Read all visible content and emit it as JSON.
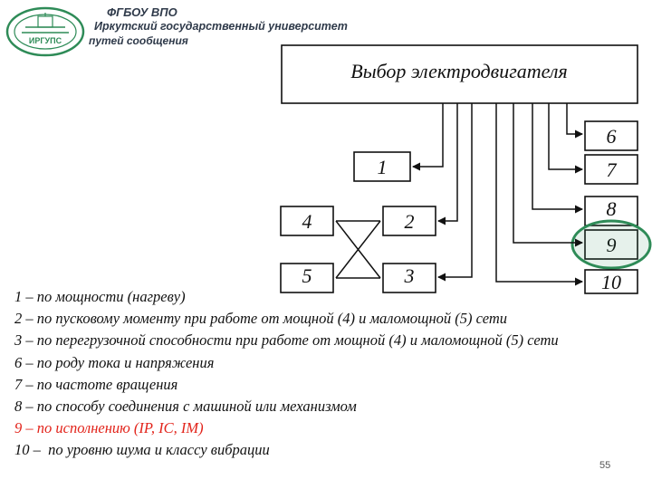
{
  "header": {
    "line1": "ФГБОУ ВПО",
    "line2": "Иркутский государственный университет",
    "line3": "путей сообщения",
    "logo_text": "ИРГУПС"
  },
  "diagram": {
    "main_title": "Выбор электродвигателя",
    "boxes": [
      "1",
      "2",
      "3",
      "4",
      "5",
      "6",
      "7",
      "8",
      "9",
      "10"
    ],
    "highlight_color": "#2e8b57"
  },
  "legend": {
    "items": [
      {
        "text": "1 – по мощности (нагреву)",
        "highlight": false
      },
      {
        "text": "2 – по пусковому моменту при работе от мощной (4) и маломощной (5) сети",
        "highlight": false
      },
      {
        "text": "3 – по перегрузочной способности при работе от мощной (4) и маломощной (5) сети",
        "highlight": false
      },
      {
        "text": "6 – по роду тока и напряжения",
        "highlight": false
      },
      {
        "text": "7 – по частоте вращения",
        "highlight": false
      },
      {
        "text": "8 – по способу соединения с машиной или механизмом",
        "highlight": false
      },
      {
        "text": "9 – по исполнению (IP, IC, IM)",
        "highlight": true
      },
      {
        "text": "10 –  по уровню шума и классу вибрации",
        "highlight": false
      }
    ]
  },
  "page_number": "55"
}
